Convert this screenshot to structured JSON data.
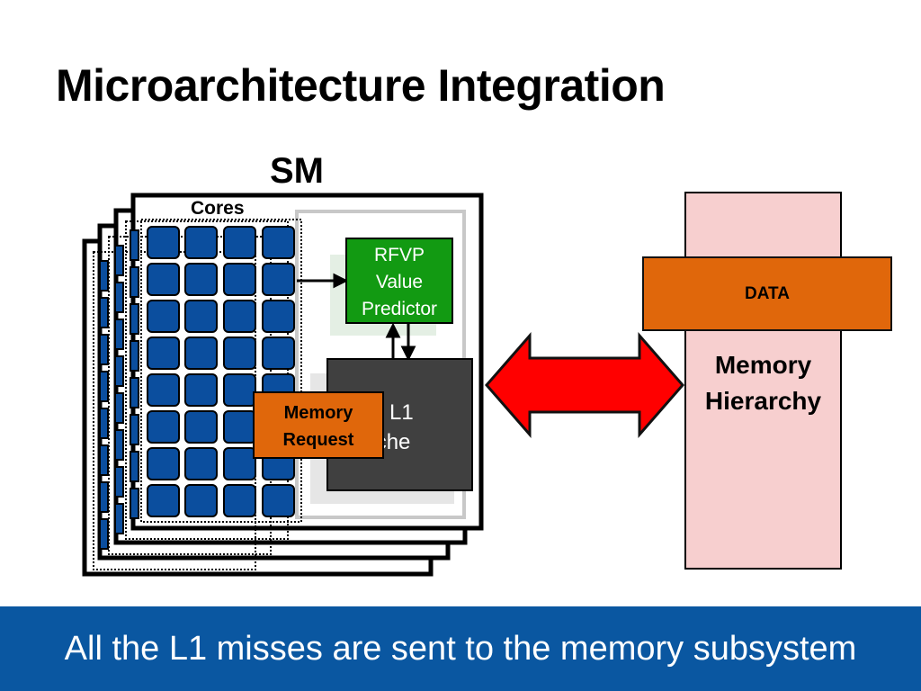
{
  "slide": {
    "title": "Microarchitecture Integration",
    "footer": "All the L1 misses are sent to the memory subsystem"
  },
  "diagram": {
    "sm_label": "SM",
    "cores_label": "Cores",
    "predictor": {
      "lines": [
        "RFVP",
        "Value",
        "Predictor"
      ]
    },
    "l1_cache": {
      "lines": [
        "L1",
        "a Cache"
      ]
    },
    "memory_request": {
      "lines": [
        "Memory",
        "Request"
      ]
    },
    "data_label": "DATA",
    "memory_hierarchy": {
      "lines": [
        "Memory",
        "Hierarchy"
      ]
    }
  },
  "colors": {
    "core_fill": "#0b4e9e",
    "predictor": "#129a12",
    "l1_cache": "#404040",
    "memory_request": "#e0670b",
    "data_block": "#e0670b",
    "memory_hierarchy": "#f7cfcf",
    "arrow": "#ff0000",
    "footer_bg": "#0a57a1"
  }
}
